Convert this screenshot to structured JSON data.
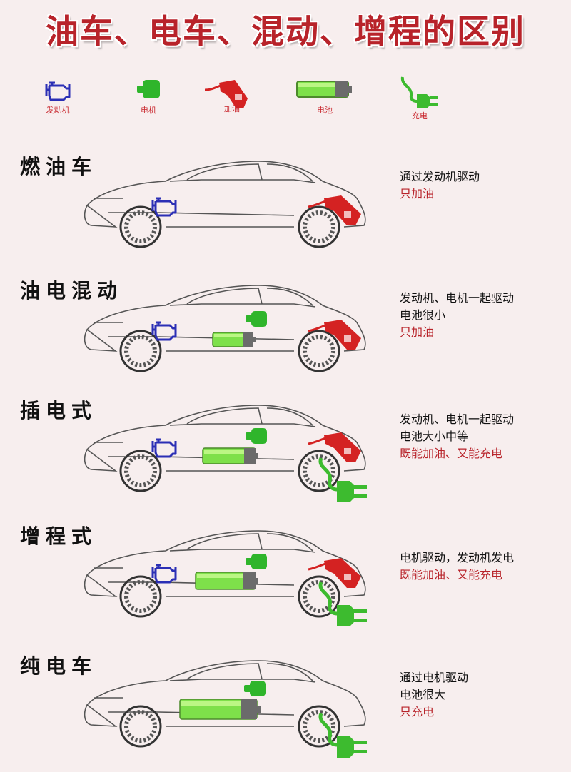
{
  "title": "油车、电车、混动、增程的区别",
  "legend": {
    "engine": "发动机",
    "motor": "电机",
    "refuel": "加油",
    "battery": "电池",
    "charge": "充电"
  },
  "colors": {
    "title": "#b8232a",
    "engine": "#2b2fb5",
    "motor": "#2fb52b",
    "fuel_nozzle": "#d42222",
    "battery": "#7ee04a",
    "plug": "#3dbb2f"
  },
  "rows": [
    {
      "name": "燃油车",
      "lines": [
        "通过发动机驱动",
        "只加油"
      ],
      "red_from": 1,
      "engine": true,
      "motor": false,
      "battery": "none",
      "nozzle": true,
      "plug": false
    },
    {
      "name": "油电混动",
      "lines": [
        "发动机、电机一起驱动",
        "电池很小",
        "只加油"
      ],
      "red_from": 2,
      "engine": true,
      "motor": true,
      "battery": "small",
      "nozzle": true,
      "plug": false
    },
    {
      "name": "插电式",
      "lines": [
        "发动机、电机一起驱动",
        "电池大小中等",
        "既能加油、又能充电"
      ],
      "red_from": 2,
      "engine": true,
      "motor": true,
      "battery": "medium",
      "nozzle": true,
      "plug": true
    },
    {
      "name": "增程式",
      "lines": [
        "电机驱动，发动机发电",
        "既能加油、又能充电"
      ],
      "red_from": 1,
      "engine": true,
      "motor": true,
      "battery": "medium",
      "nozzle": true,
      "plug": true
    },
    {
      "name": "纯电车",
      "lines": [
        "通过电机驱动",
        "电池很大",
        "只充电"
      ],
      "red_from": 2,
      "engine": false,
      "motor": true,
      "battery": "large",
      "nozzle": false,
      "plug": true
    }
  ]
}
